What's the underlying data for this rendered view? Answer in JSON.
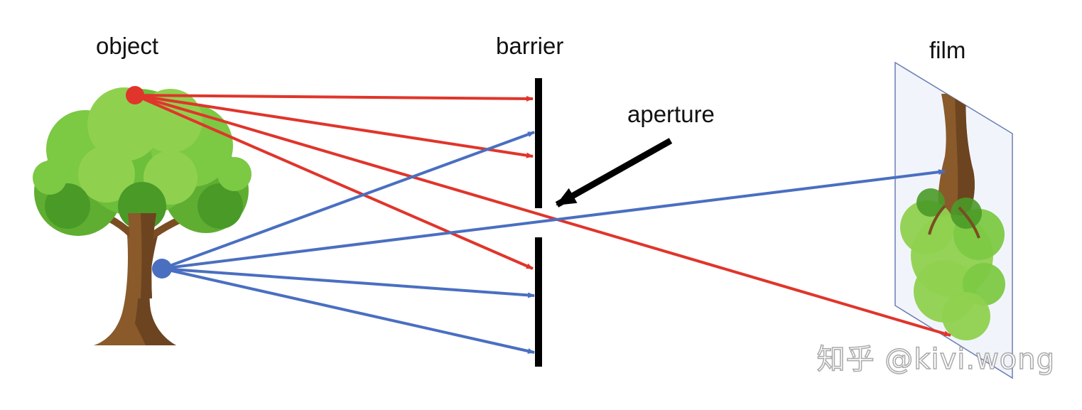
{
  "labels": {
    "object": "object",
    "barrier": "barrier",
    "aperture": "aperture",
    "film": "film"
  },
  "watermark": "知乎 @kivi.wong",
  "colors": {
    "red_ray": "#e0352b",
    "blue_ray": "#4a6fc1",
    "barrier": "#000000",
    "film_plane": "#f1f5fb",
    "film_edge": "#6b7fb3",
    "foliage_light": "#8fd14f",
    "foliage_mid": "#6cbf3a",
    "foliage_dark": "#3f8f22",
    "trunk": "#8a5a2b",
    "trunk_dark": "#5e3a17"
  },
  "icons": {
    "object_point_red": "red-dot-icon",
    "object_point_blue": "blue-dot-icon",
    "tree": "tree-icon",
    "inverted_tree": "inverted-tree-icon",
    "aperture_pointer": "pointer-arrow-icon"
  }
}
